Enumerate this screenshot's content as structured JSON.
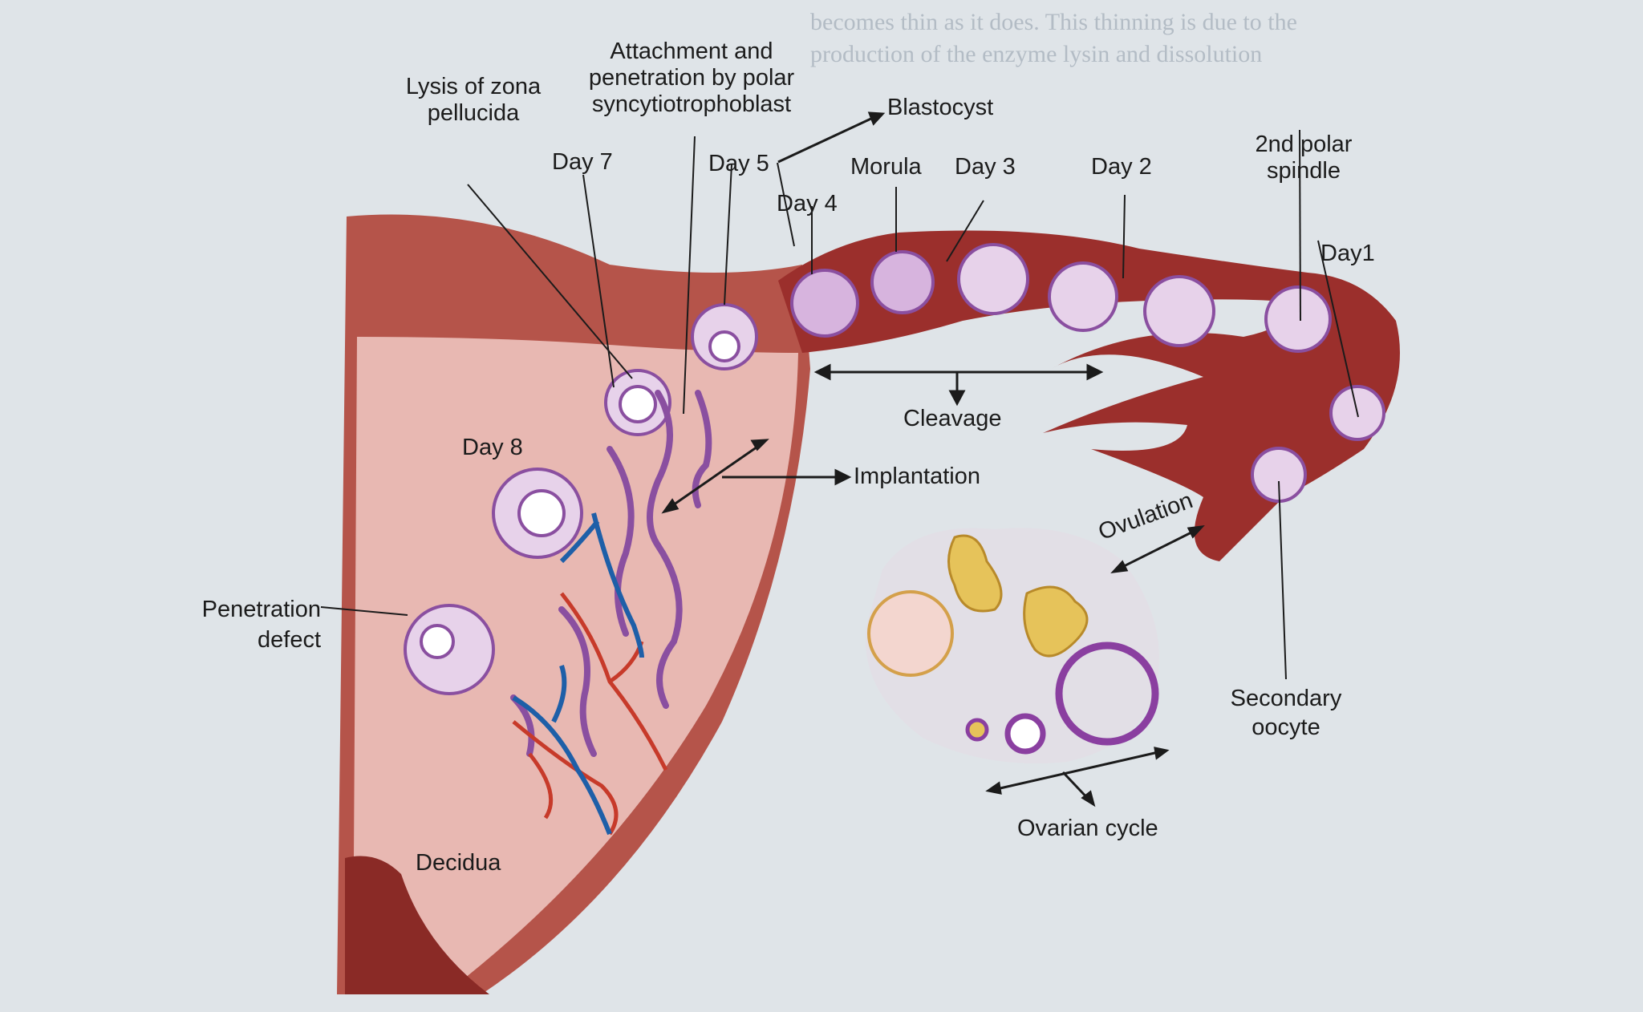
{
  "labels": {
    "lysis": "Lysis of zona\npellucida",
    "attachment": "Attachment and\npenetration by polar\nsyncytiotrophoblast",
    "blastocyst": "Blastocyst",
    "day7": "Day 7",
    "day5": "Day 5",
    "morula": "Morula",
    "day3": "Day 3",
    "day2": "Day 2",
    "polar_spindle": "2nd polar\nspindle",
    "day4": "Day 4",
    "day1": "Day1",
    "cleavage": "Cleavage",
    "implantation": "Implantation",
    "day8": "Day 8",
    "ovulation": "Ovulation",
    "penetration_defect": "Penetration\ndefect",
    "secondary_oocyte": "Secondary\noocyte",
    "ovarian_cycle": "Ovarian cycle",
    "decidua": "Decidua"
  },
  "colors": {
    "tube": "#9b2f2c",
    "uterine_wall": "#b5544a",
    "decidua": "#e8b8b2",
    "cell": "#c9a0d6",
    "ovary": "#e2dfe6",
    "artery": "#c73a2a",
    "vein": "#1e5fa8"
  }
}
